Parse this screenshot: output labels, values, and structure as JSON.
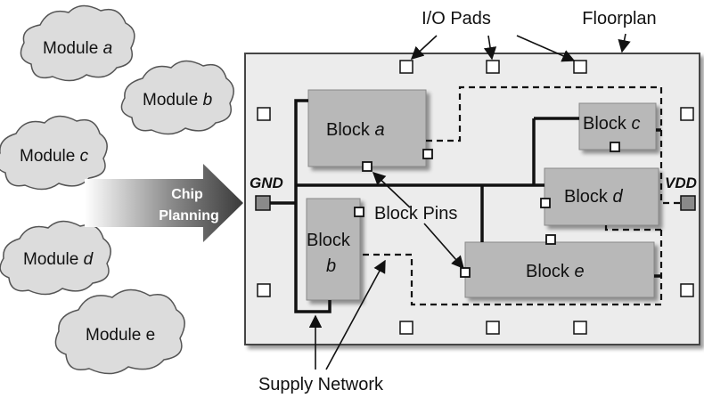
{
  "modules": [
    {
      "name": "Module",
      "id": "a"
    },
    {
      "name": "Module",
      "id": "b"
    },
    {
      "name": "Module",
      "id": "c"
    },
    {
      "name": "Module",
      "id": "d"
    },
    {
      "name": "Module",
      "id": "e"
    }
  ],
  "arrow": {
    "line1": "Chip",
    "line2": "Planning"
  },
  "floorplan": {
    "title": "Floorplan",
    "io_pads_label": "I/O Pads",
    "gnd_label": "GND",
    "vdd_label": "VDD",
    "block_pins_label": "Block Pins",
    "supply_network_label": "Supply Network",
    "blocks": [
      {
        "name": "Block",
        "id": "a"
      },
      {
        "name": "Block",
        "id": "b"
      },
      {
        "name": "Block",
        "id": "c"
      },
      {
        "name": "Block",
        "id": "d"
      },
      {
        "name": "Block",
        "id": "e"
      }
    ]
  },
  "colors": {
    "cloud_fill": "#dcdcdc",
    "block_fill": "#b8b8b8",
    "floorplan_fill": "#ececec",
    "arrow_dark": "#3a3a3a",
    "pad_gray": "#8a8a8a"
  }
}
